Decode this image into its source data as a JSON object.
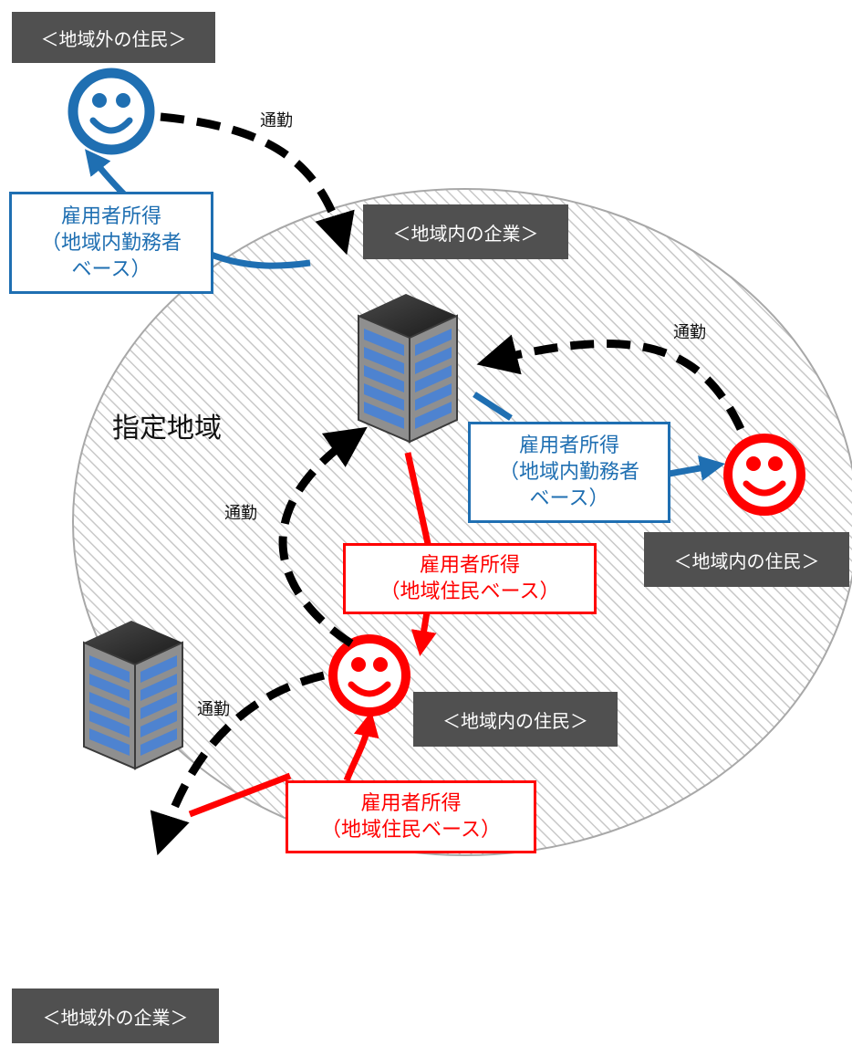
{
  "colors": {
    "blue": "#1f6fb2",
    "red": "#ff0000",
    "tag_bg": "#505050",
    "arrow_black": "#000000",
    "region_hatch": "#c8c8c8"
  },
  "icons": {
    "resident": "smiley-face-icon",
    "company": "office-building-icon"
  },
  "labels": {
    "outside_resident": "＜地域外の住民＞",
    "inside_company": "＜地域内の企業＞",
    "inside_resident_1": "＜地域内の住民＞",
    "inside_resident_2": "＜地域内の住民＞",
    "outside_company": "＜地域外の企業＞",
    "region_name": "指定地域",
    "commute_1": "通勤",
    "commute_2": "通勤",
    "commute_3": "通勤",
    "commute_4": "通勤"
  },
  "boxes": {
    "workplace_based_1": {
      "line1": "雇用者所得",
      "line2": "（地域内勤務者",
      "line3": "ベース）"
    },
    "workplace_based_2": {
      "line1": "雇用者所得",
      "line2": "（地域内勤務者",
      "line3": "ベース）"
    },
    "resident_based_1": {
      "line1": "雇用者所得",
      "line2": "（地域住民ベース）"
    },
    "resident_based_2": {
      "line1": "雇用者所得",
      "line2": "（地域住民ベース）"
    }
  }
}
